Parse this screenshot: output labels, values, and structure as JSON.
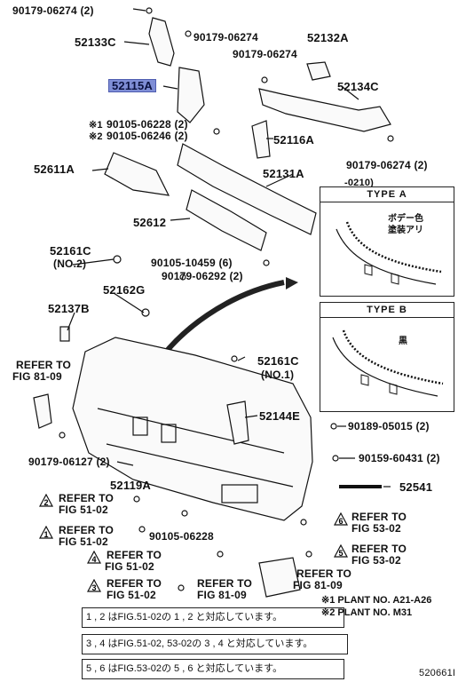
{
  "labels": {
    "p90179_06274_a": "90179-06274 (2)",
    "p52133C": "52133C",
    "p90179_06274_b": "90179-06274",
    "p52132A": "52132A",
    "p90179_06274_c": "90179-06274",
    "p52115A": "52115A",
    "p52134C": "52134C",
    "p90105_06228_2": "90105-06228 (2)",
    "p90105_06246_2": "90105-06246 (2)",
    "p52116A": "52116A",
    "p90179_06274_d": "90179-06274 (2)",
    "p52611A": "52611A",
    "p52131A": "52131A",
    "p52612": "52612",
    "p52161C_no2": "52161C",
    "p52161C_no2_sub": "(NO.2)",
    "p90105_10459": "90105-10459 (6)",
    "p90179_06292": "90179-06292 (2)",
    "p52162G": "52162G",
    "p52137B": "52137B",
    "refer_81_09_a1": "REFER TO",
    "refer_81_09_a2": "FIG 81-09",
    "p52161C_no1": "52161C",
    "p52161C_no1_sub": "(NO.1)",
    "p52144E": "52144E",
    "p90189_05015": "90189-05015 (2)",
    "p90159_60431": "90159-60431 (2)",
    "p90179_06127": "90179-06127 (2)",
    "p52119A": "52119A",
    "p52541": "52541",
    "refer_2_51_02_a": "REFER TO",
    "refer_2_51_02_b": "FIG 51-02",
    "refer_6_53_02_a": "REFER TO",
    "refer_6_53_02_b": "FIG 53-02",
    "refer_1_51_02_a": "REFER TO",
    "refer_1_51_02_b": "FIG 51-02",
    "p90105_06228": "90105-06228",
    "refer_5_53_02_a": "REFER TO",
    "refer_5_53_02_b": "FIG 53-02",
    "refer_4_51_02_a": "REFER TO",
    "refer_4_51_02_b": "FIG 51-02",
    "refer_81_09_b1": "REFER TO",
    "refer_81_09_b2": "FIG 81-09",
    "refer_3_51_02_a": "REFER TO",
    "refer_3_51_02_b": "FIG 51-02",
    "refer_81_09_c1": "REFER TO",
    "refer_81_09_c2": "FIG 81-09",
    "star1": "※1",
    "star2": "※2",
    "code_0210": "-0210)",
    "diagram_id": "520661I"
  },
  "triangles": {
    "t1": "1",
    "t2": "2",
    "t3": "3",
    "t4": "4",
    "t5": "5",
    "t6": "6"
  },
  "type_boxes": {
    "a_title": "TYPE A",
    "a_note1": "ボデー色",
    "a_note2": "塗装アリ",
    "b_title": "TYPE B",
    "b_note": "黒"
  },
  "plants": {
    "p1": "※1 PLANT NO. A21-A26",
    "p2": "※2 PLANT NO. M31"
  },
  "legend": {
    "l1": "1 , 2 はFIG.51-02の 1 , 2 と対応しています。",
    "l2": "3 , 4 はFIG.51-02, 53-02の 3 , 4 と対応しています。",
    "l3": "5 , 6 はFIG.53-02の 5 , 6 と対応しています。"
  },
  "colors": {
    "highlight": "#7f8ed6",
    "ink": "#111111"
  }
}
